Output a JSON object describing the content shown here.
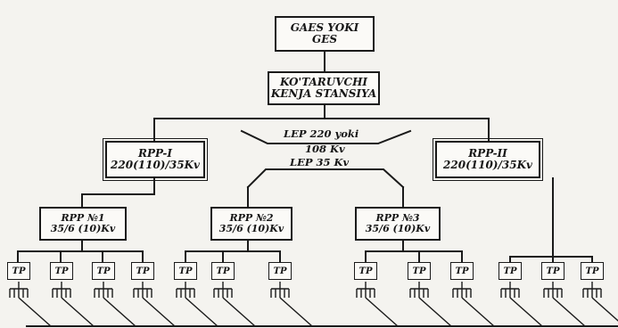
{
  "diagram": {
    "top": "GAES YOKI GES",
    "station": {
      "line1": "KO'TARUVCHI",
      "line2": "KENJA STANSIYA"
    },
    "rpp1": {
      "line1": "RPP-I",
      "line2": "220(110)/35Kv"
    },
    "rpp2": {
      "line1": "RPP-II",
      "line2": "220(110)/35Kv"
    },
    "lep1": "LEP 220 yoki",
    "lep2": "108 Kv",
    "lep3": "LEP 35 Kv",
    "rpp_n1": {
      "line1": "RPP №1",
      "line2": "35/6 (10)Kv"
    },
    "rpp_n2": {
      "line1": "RPP №2",
      "line2": "35/6 (10)Kv"
    },
    "rpp_n3": {
      "line1": "RPP №3",
      "line2": "35/6 (10)Kv"
    },
    "tp": "TP"
  }
}
